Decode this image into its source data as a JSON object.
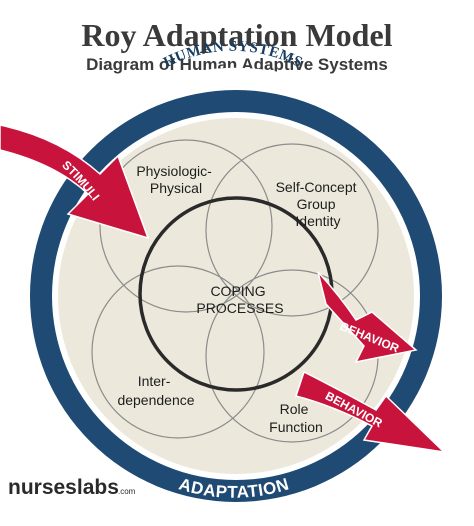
{
  "title": "Roy Adaptation Model",
  "subtitle": "Diagram of Human Adaptive Systems",
  "ring_label_top": "HUMAN SYSTEMS",
  "ring_label_bottom": "ADAPTATION",
  "nodes": {
    "physiologic": [
      "Physiologic-",
      "Physical"
    ],
    "self_concept": [
      "Self-Concept",
      "Group",
      "Identity"
    ],
    "interdependence": [
      "Inter-",
      "dependence"
    ],
    "role_function": [
      "Role",
      "Function"
    ]
  },
  "core": [
    "COPING",
    "PROCESSES"
  ],
  "arrows": {
    "input": "STIMULI",
    "output_1": "BEHAVIOR",
    "output_2": "BEHAVIOR"
  },
  "brand": {
    "name": "nurseslabs",
    "suffix": ".com"
  },
  "colors": {
    "navy": "#1e4a73",
    "cream": "#ece9dc",
    "crimson": "#c8143c",
    "text_dark": "#3a3a3a"
  }
}
